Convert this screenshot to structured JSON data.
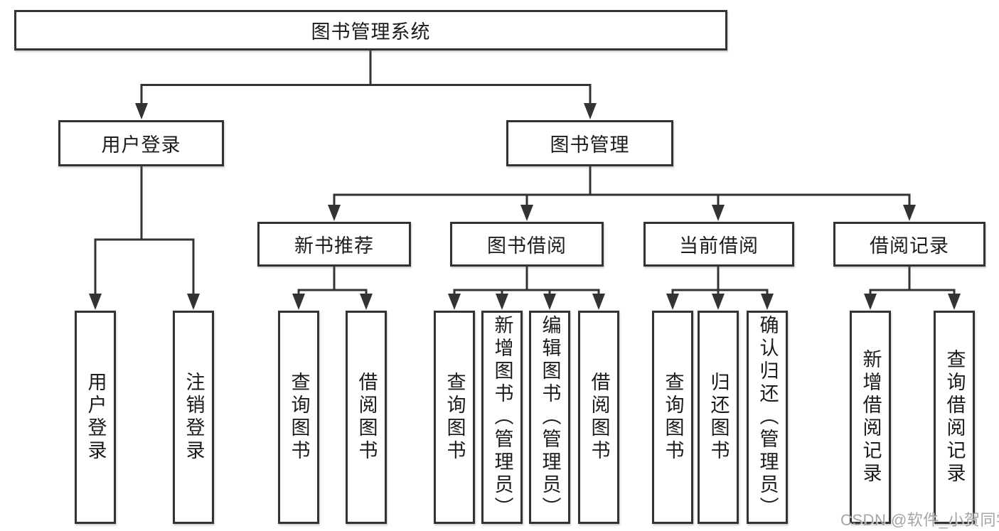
{
  "tree": {
    "root": {
      "label": "图书管理系统"
    },
    "branches": [
      {
        "label": "用户登录",
        "children": [
          {
            "label": "用户登录"
          },
          {
            "label": "注销登录"
          }
        ]
      },
      {
        "label": "图书管理",
        "children": [
          {
            "label": "新书推荐",
            "children": [
              {
                "label": "查询图书"
              },
              {
                "label": "借阅图书"
              }
            ]
          },
          {
            "label": "图书借阅",
            "children": [
              {
                "label": "查询图书"
              },
              {
                "label": "新增图书（管理员）"
              },
              {
                "label": "编辑图书（管理员）"
              },
              {
                "label": "借阅图书"
              }
            ]
          },
          {
            "label": "当前借阅",
            "children": [
              {
                "label": "查询图书"
              },
              {
                "label": "归还图书"
              },
              {
                "label": "确认归还（管理员）"
              }
            ]
          },
          {
            "label": "借阅记录",
            "children": [
              {
                "label": "新增借阅记录"
              },
              {
                "label": "查询借阅记录"
              }
            ]
          }
        ]
      }
    ]
  },
  "watermark": {
    "text": "CSDN @软件_小贺同学"
  },
  "colors": {
    "line": "#333333",
    "box_border": "#333333",
    "text": "#1b1b1b",
    "watermark": "#919191",
    "background": "#ffffff"
  }
}
